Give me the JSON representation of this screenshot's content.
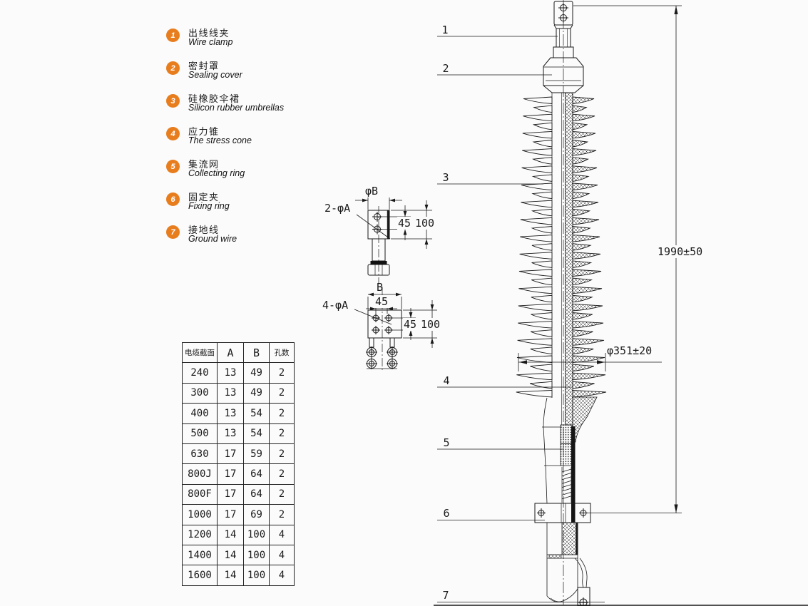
{
  "colors": {
    "accent_orange": "#e87d1e",
    "line": "#1a1a1a",
    "background": "#fbfbfb"
  },
  "legend": {
    "items": [
      {
        "num": "1",
        "zh": "出线线夹",
        "en": "Wire clamp"
      },
      {
        "num": "2",
        "zh": "密封罩",
        "en": "Sealing cover"
      },
      {
        "num": "3",
        "zh": "硅橡胶伞裙",
        "en": "Silicon rubber umbrellas"
      },
      {
        "num": "4",
        "zh": "应力锥",
        "en": "The stress cone"
      },
      {
        "num": "5",
        "zh": "集流网",
        "en": "Collecting ring"
      },
      {
        "num": "6",
        "zh": "固定夹",
        "en": "Fixing ring"
      },
      {
        "num": "7",
        "zh": "接地线",
        "en": "Ground wire"
      }
    ]
  },
  "table": {
    "headers": [
      "电缆截面",
      "A",
      "B",
      "孔数"
    ],
    "rows": [
      [
        "240",
        "13",
        "49",
        "2"
      ],
      [
        "300",
        "13",
        "49",
        "2"
      ],
      [
        "400",
        "13",
        "54",
        "2"
      ],
      [
        "500",
        "13",
        "54",
        "2"
      ],
      [
        "630",
        "17",
        "59",
        "2"
      ],
      [
        "800J",
        "17",
        "64",
        "2"
      ],
      [
        "800F",
        "17",
        "64",
        "2"
      ],
      [
        "1000",
        "17",
        "69",
        "2"
      ],
      [
        "1200",
        "14",
        "100",
        "4"
      ],
      [
        "1400",
        "14",
        "100",
        "4"
      ],
      [
        "1600",
        "14",
        "100",
        "4"
      ]
    ]
  },
  "detail1": {
    "labels": {
      "dia_b": "φB",
      "holes": "2-φA",
      "dim45": "45",
      "dim100": "100"
    }
  },
  "detail2": {
    "labels": {
      "b": "B",
      "dim45_h": "45",
      "holes": "4-φA",
      "dim45_v": "45",
      "dim100": "100"
    }
  },
  "main_drawing": {
    "part_numbers": [
      "1",
      "2",
      "3",
      "4",
      "5",
      "6",
      "7"
    ],
    "dim_height": "1990±50",
    "dim_diameter": "φ351±20"
  }
}
